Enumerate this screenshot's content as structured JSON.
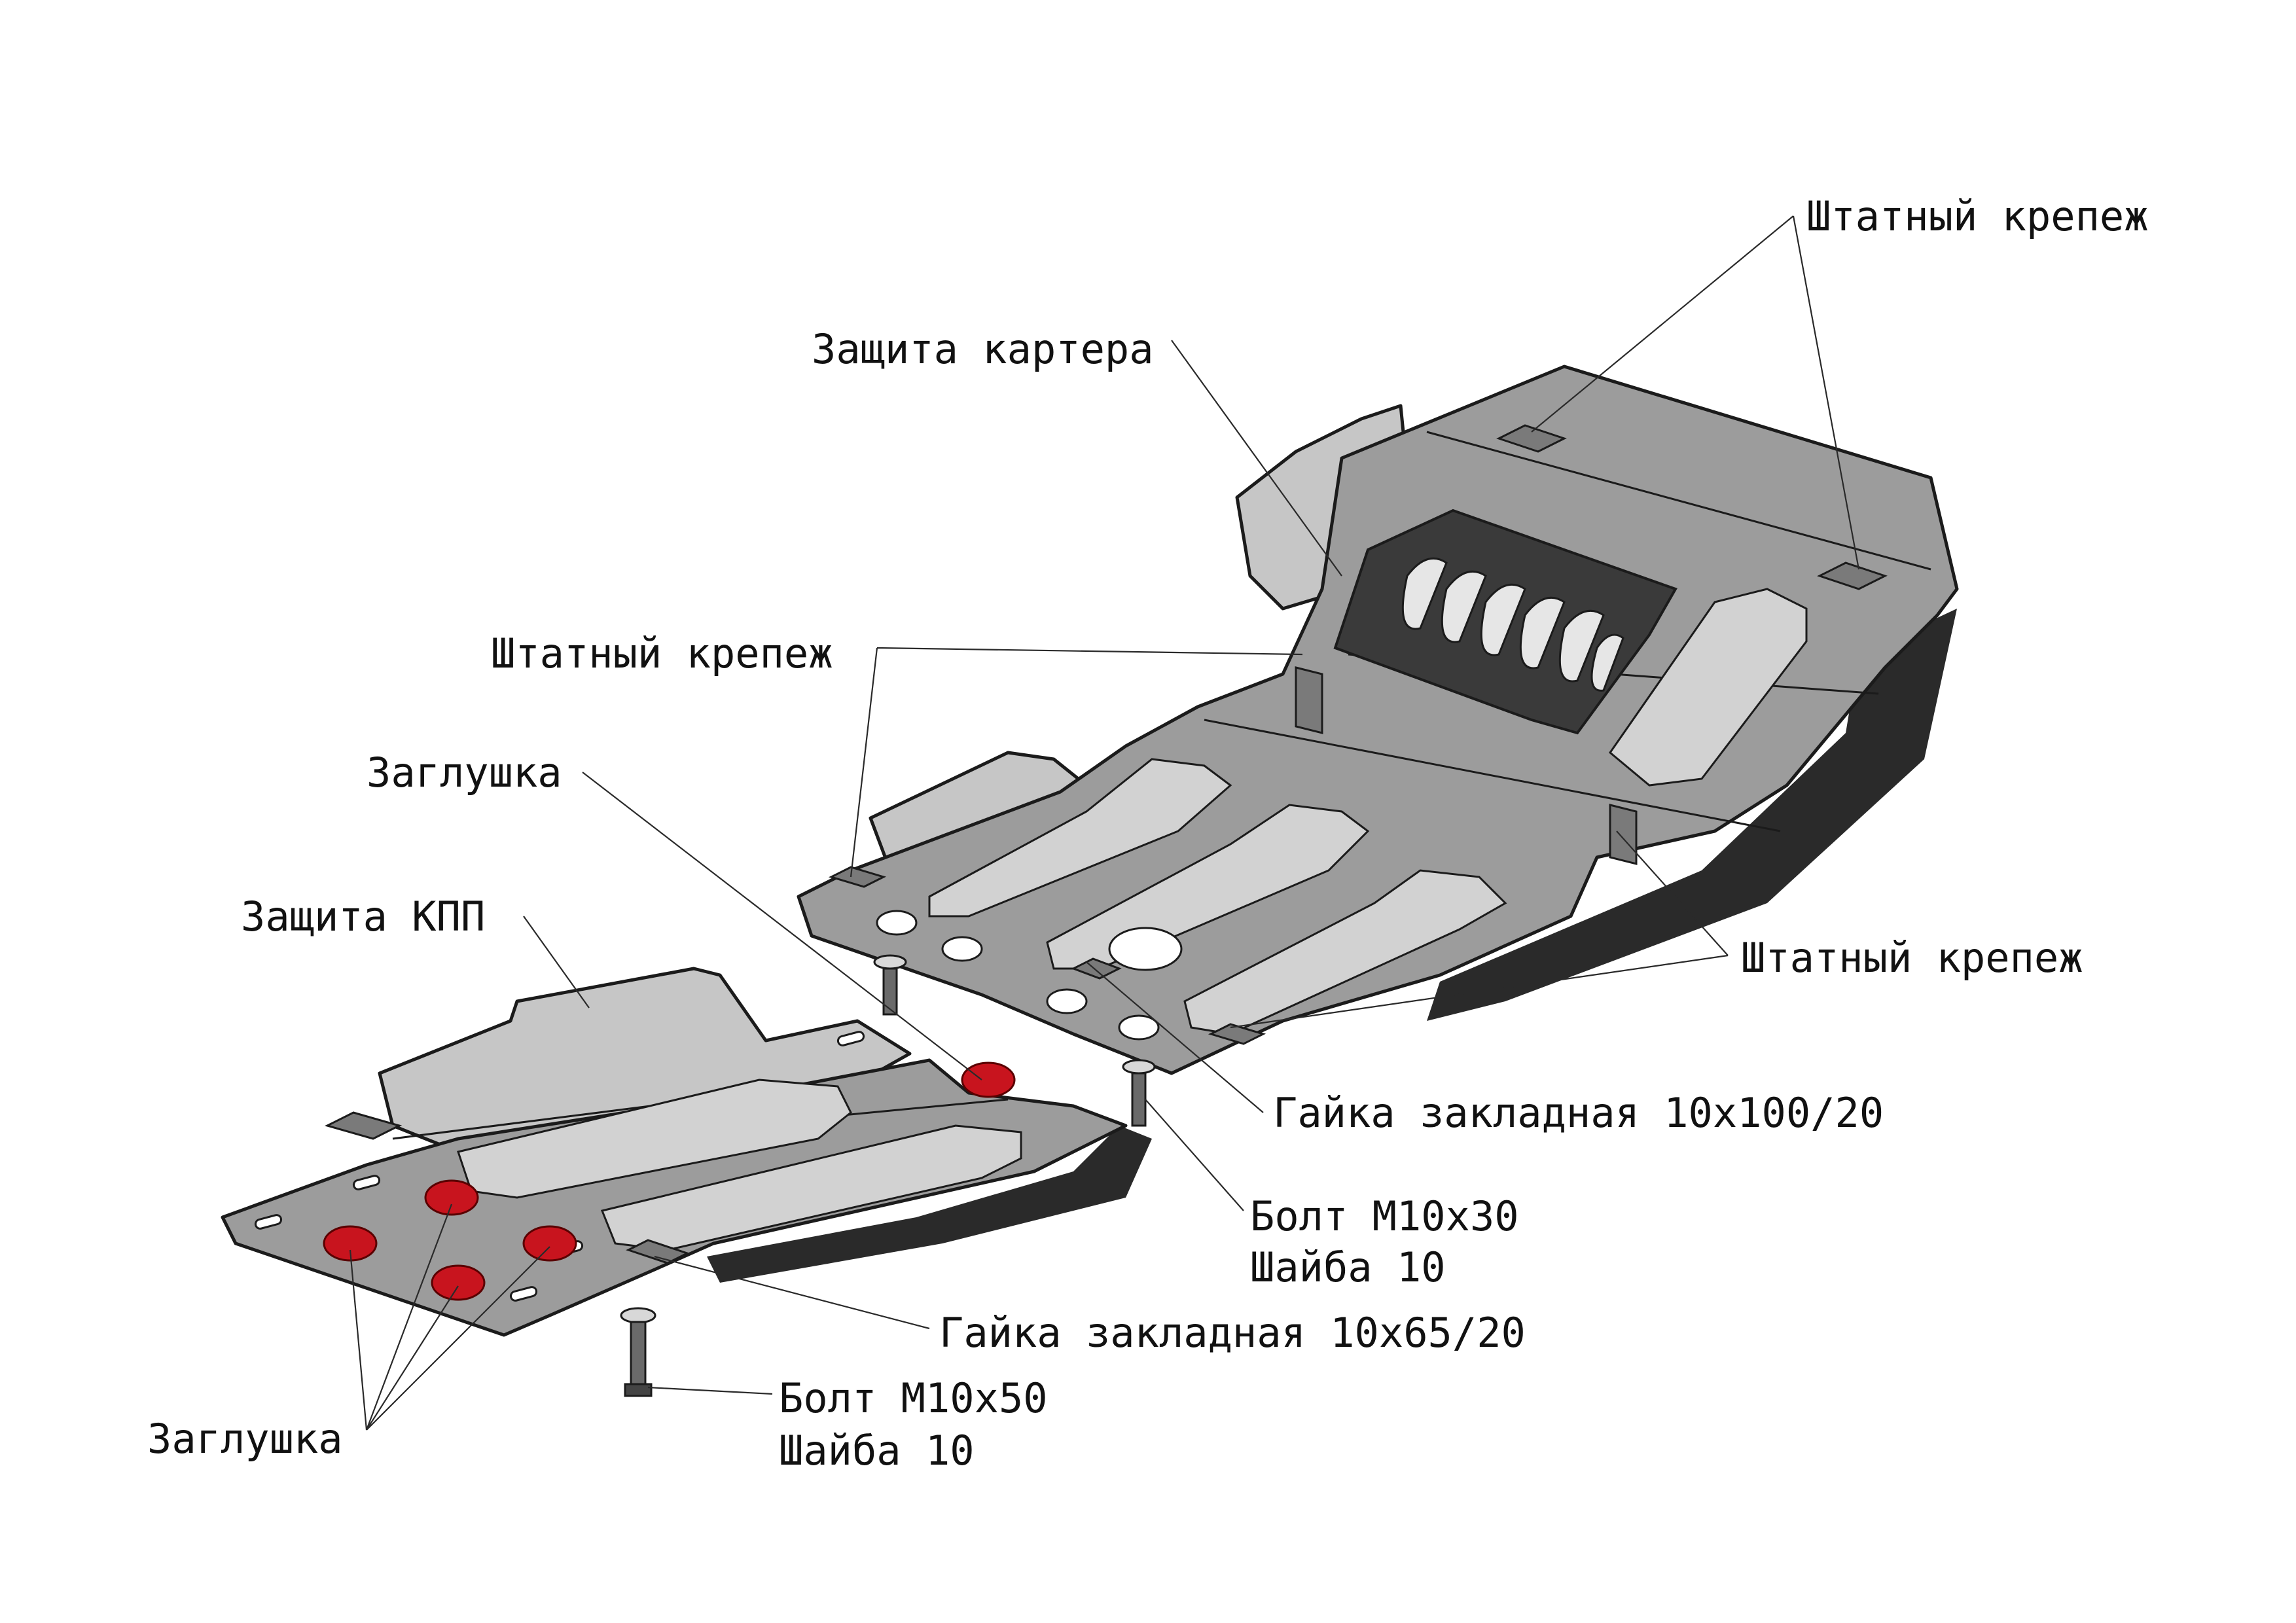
{
  "labels": {
    "shtatny_krepezh_top": "Штатный крепеж",
    "zashchita_kartera": "Защита картера",
    "shtatny_krepezh_mid": "Штатный крепеж",
    "zaglushka_upper": "Заглушка",
    "zashchita_kpp": "Защита КПП",
    "shtatny_krepezh_right": "Штатный крепеж",
    "gayka_100": "Гайка закладная 10х100/20",
    "bolt_m10x30": "Болт М10х30",
    "shayba_10_a": "Шайба 10",
    "gayka_65": "Гайка закладная 10х65/20",
    "bolt_m10x50": "Болт М10х50",
    "shayba_10_b": "Шайба 10",
    "zaglushka_lower": "Заглушка"
  },
  "colors": {
    "plate_fill": "#9c9c9c",
    "plate_dark": "#6e6e6e",
    "plate_light": "#c6c6c6",
    "plug_red": "#c8141e",
    "outline": "#1b1b1b"
  }
}
